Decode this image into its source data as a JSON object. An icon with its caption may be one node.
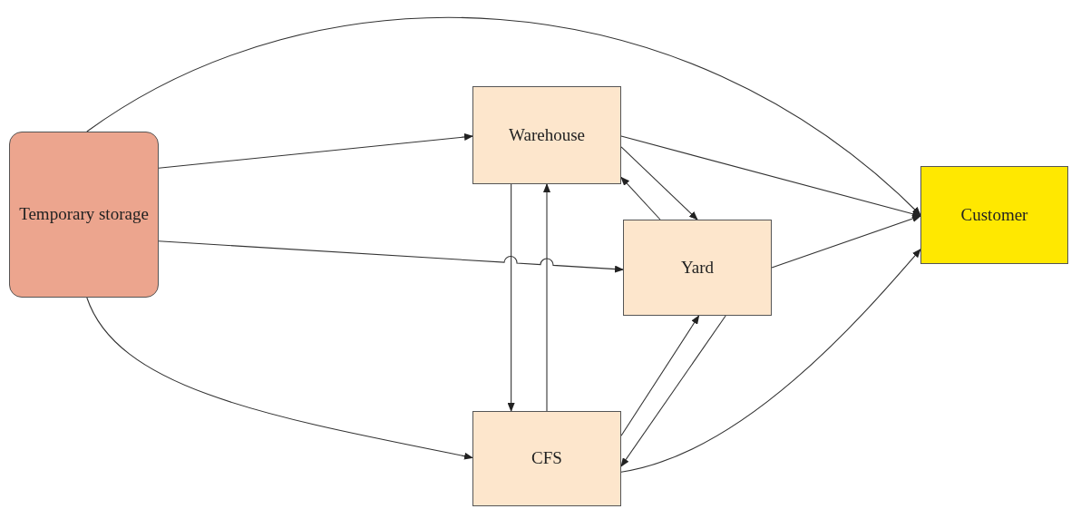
{
  "diagram": {
    "nodes": [
      {
        "text": [
          "Temporary storage"
        ]
      },
      {
        "text": [
          "Warehouse"
        ]
      },
      {
        "text": [
          "Yard"
        ]
      },
      {
        "text": [
          "CFS"
        ]
      },
      {
        "text": [
          "Customer"
        ]
      }
    ],
    "edges": [
      {
        "from": 0,
        "to": 4,
        "arrow": "to"
      },
      {
        "from": 0,
        "to": 1,
        "arrow": "to"
      },
      {
        "from": 0,
        "to": 2,
        "arrow": "to"
      },
      {
        "from": 0,
        "to": 3,
        "arrow": "to"
      },
      {
        "from": 1,
        "to": 4,
        "arrow": "to"
      },
      {
        "from": 1,
        "to": 2,
        "arrow": "to"
      },
      {
        "from": 2,
        "to": 1,
        "arrow": "to"
      },
      {
        "from": 1,
        "to": 3,
        "arrow": "to"
      },
      {
        "from": 3,
        "to": 1,
        "arrow": "to"
      },
      {
        "from": 2,
        "to": 4,
        "arrow": "to"
      },
      {
        "from": 3,
        "to": 2,
        "arrow": "to"
      },
      {
        "from": 2,
        "to": 3,
        "arrow": "to"
      },
      {
        "from": 3,
        "to": 4,
        "arrow": "to"
      }
    ]
  }
}
